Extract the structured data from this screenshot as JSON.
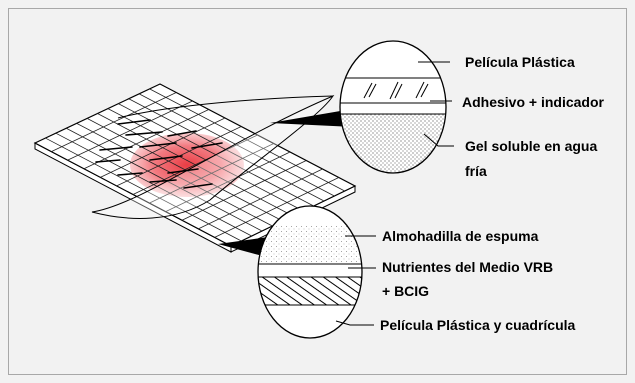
{
  "labels": {
    "top": {
      "film": "Película Plástica",
      "adhesive": "Adhesivo + indicador",
      "gel_line1": "Gel soluble en agua",
      "gel_line2": "fría"
    },
    "bottom": {
      "foam": "Almohadilla de espuma",
      "nutrients_line1": "Nutrientes del Medio VRB",
      "nutrients_line2": "+ BCIG",
      "film_grid": "Película Plástica y cuadrícula"
    }
  },
  "colors": {
    "background": "#f2f2f2",
    "frame": "#a8a8a8",
    "stroke": "#000000",
    "colony_zone_center": "#e8323a",
    "colony_zone_edge": "#f6a8ac"
  }
}
